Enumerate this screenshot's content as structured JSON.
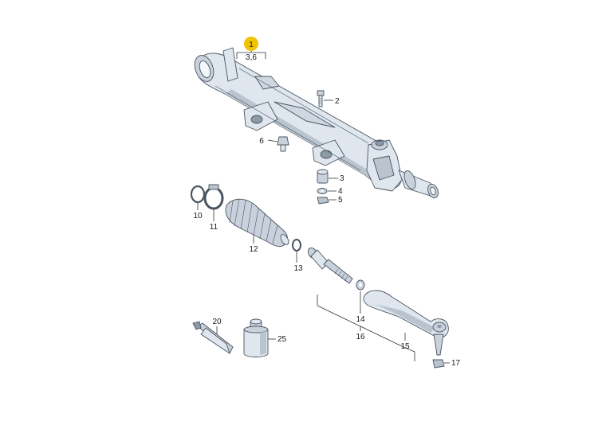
{
  "colors": {
    "part_fill": "#dfe6ee",
    "part_shade": "#b9c4cf",
    "part_dark": "#8d9aa7",
    "highlight_badge": "#f2c200",
    "line": "#333333",
    "background": "#ffffff"
  },
  "highlight": {
    "number": "1",
    "sub": "3,6"
  },
  "callouts": {
    "c2": "2",
    "c3": "3",
    "c4": "4",
    "c5": "5",
    "c6": "6",
    "c10": "10",
    "c11": "11",
    "c12": "12",
    "c13": "13",
    "c14": "14",
    "c15": "15",
    "c16": "16",
    "c17": "17",
    "c20": "20",
    "c25": "25"
  }
}
